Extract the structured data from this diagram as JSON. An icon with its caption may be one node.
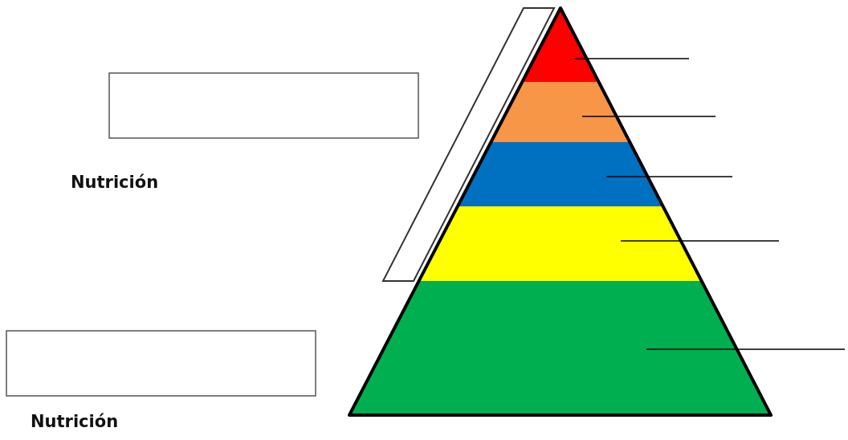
{
  "diagram": {
    "nodes": [
      {
        "text": [],
        "shape": "box"
      },
      {
        "text": [],
        "shape": "box"
      },
      {
        "text": [],
        "shape": "band"
      },
      {
        "text": [],
        "shape": "band"
      },
      {
        "text": [],
        "shape": "band"
      },
      {
        "text": [],
        "shape": "band"
      },
      {
        "text": [],
        "shape": "band"
      }
    ],
    "edges": [
      {
        "from": 2,
        "to": null,
        "arrow": "none"
      },
      {
        "from": 3,
        "to": null,
        "arrow": "none"
      },
      {
        "from": 4,
        "to": null,
        "arrow": "none"
      },
      {
        "from": 5,
        "to": null,
        "arrow": "none"
      },
      {
        "from": 6,
        "to": null,
        "arrow": "none"
      }
    ],
    "labels": [
      "Nutrición",
      "Nutrición"
    ]
  }
}
